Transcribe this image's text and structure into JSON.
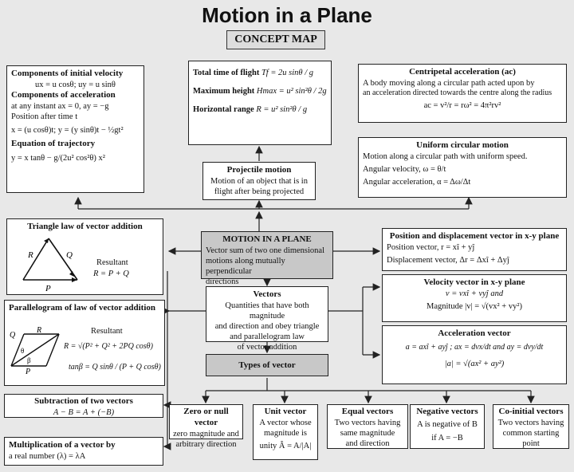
{
  "title": "Motion in a Plane",
  "subtitle": "CONCEPT MAP",
  "components": {
    "heading": "Components of initial velocity",
    "l1": "ux = u cosθ;  uy = u sinθ",
    "heading2": "Components of acceleration",
    "l2": "at any instant ax = 0, ay = −g",
    "l3": "Position after time t",
    "l4": "x = (u cosθ)t;  y = (y sinθ)t − ½gt²",
    "heading3": "Equation of trajectory",
    "l5": "y = x tanθ − g/(2u² cos²θ) x²"
  },
  "flight": {
    "l1a": "Total time of flight",
    "l1b": "Tf = 2u sinθ / g",
    "l2a": "Maximum height",
    "l2b": "Hmax = u² sin²θ / 2g",
    "l3a": "Horizontal range",
    "l3b": "R = u² sin²θ / g"
  },
  "centripetal": {
    "heading": "Centripetal acceleration (ac)",
    "l1": "A body moving  along a circular path acted upon by",
    "l2": "an acceleration directed towards the centre along the radius",
    "l3": "ac = v²/r = rω² = 4π²rv²"
  },
  "circular": {
    "heading": "Uniform circular motion",
    "l1": "Motion along a circular path with uniform speed.",
    "l2": "Angular velocity, ω = θ/t",
    "l3": "Angular acceleration, α = Δω/Δt"
  },
  "projectile": {
    "heading": "Projectile motion",
    "l1": "Motion of an object that is in",
    "l2": "flight after being projected"
  },
  "triangle": {
    "heading": "Triangle law of vector addition",
    "resultant": "Resultant",
    "eq": "R = P + Q",
    "p": "P",
    "q": "Q",
    "r": "R"
  },
  "center": {
    "heading": "MOTION IN A PLANE",
    "l1": "Vector sum of two one dimensional",
    "l2": "motions along mutually perpendicular",
    "l3": "directions"
  },
  "position": {
    "heading": "Position and displacement vector in x-y plane",
    "l1": "Position vector, r = xî + yĵ",
    "l2": "Displacement vector, Δr = Δxî + Δyĵ"
  },
  "parallelogram": {
    "heading": "Parallelogram of law of vector addition",
    "resultant": "Resultant",
    "eq1": "R = √(P² + Q² + 2PQ cosθ)",
    "eq2": "tanβ = Q sinθ / (P + Q cosθ)",
    "p": "P",
    "q": "Q",
    "r": "R",
    "theta": "θ",
    "beta": "β"
  },
  "vectors": {
    "heading": "Vectors",
    "l1": "Quantities that have both magnitude",
    "l2": "and direction and obey triangle",
    "l3": "and parallelogram law",
    "l4": "of vector addition"
  },
  "velocity": {
    "heading": "Velocity vector in x-y plane",
    "l1": "v = vxî + vyĵ  and",
    "l2": "Magnitude  |v| = √(vx² + vy²)"
  },
  "acceleration": {
    "heading": "Acceleration vector",
    "l1": "a = axî + ayĵ ;  ax = dvx/dt  and  ay = dvy/dt",
    "l2": "|a| = √(ax² + ay²)"
  },
  "types": {
    "heading": "Types of vector"
  },
  "subtraction": {
    "heading": "Subtraction of two vectors",
    "l1": "A − B = A + (−B)"
  },
  "multiplication": {
    "heading": "Multiplication of a vector by",
    "l1": "a real number (λ) = λA"
  },
  "zero": {
    "heading": "Zero or null vector",
    "l1": "zero magnitude and",
    "l2": "arbitrary direction"
  },
  "unit": {
    "heading": "Unit vector",
    "l1": "A vector whose",
    "l2": "magnitude is",
    "l3": "unity  Â = A/|A|"
  },
  "equal": {
    "heading": "Equal vectors",
    "l1": "Two vectors having",
    "l2": "same magnitude",
    "l3": "and direction"
  },
  "negative": {
    "heading": "Negative vectors",
    "l1": "A is negative of B",
    "l2": "if  A = −B"
  },
  "coinitial": {
    "heading": "Co-initial vectors",
    "l1": "Two vectors having",
    "l2": "common starting",
    "l3": "point"
  }
}
